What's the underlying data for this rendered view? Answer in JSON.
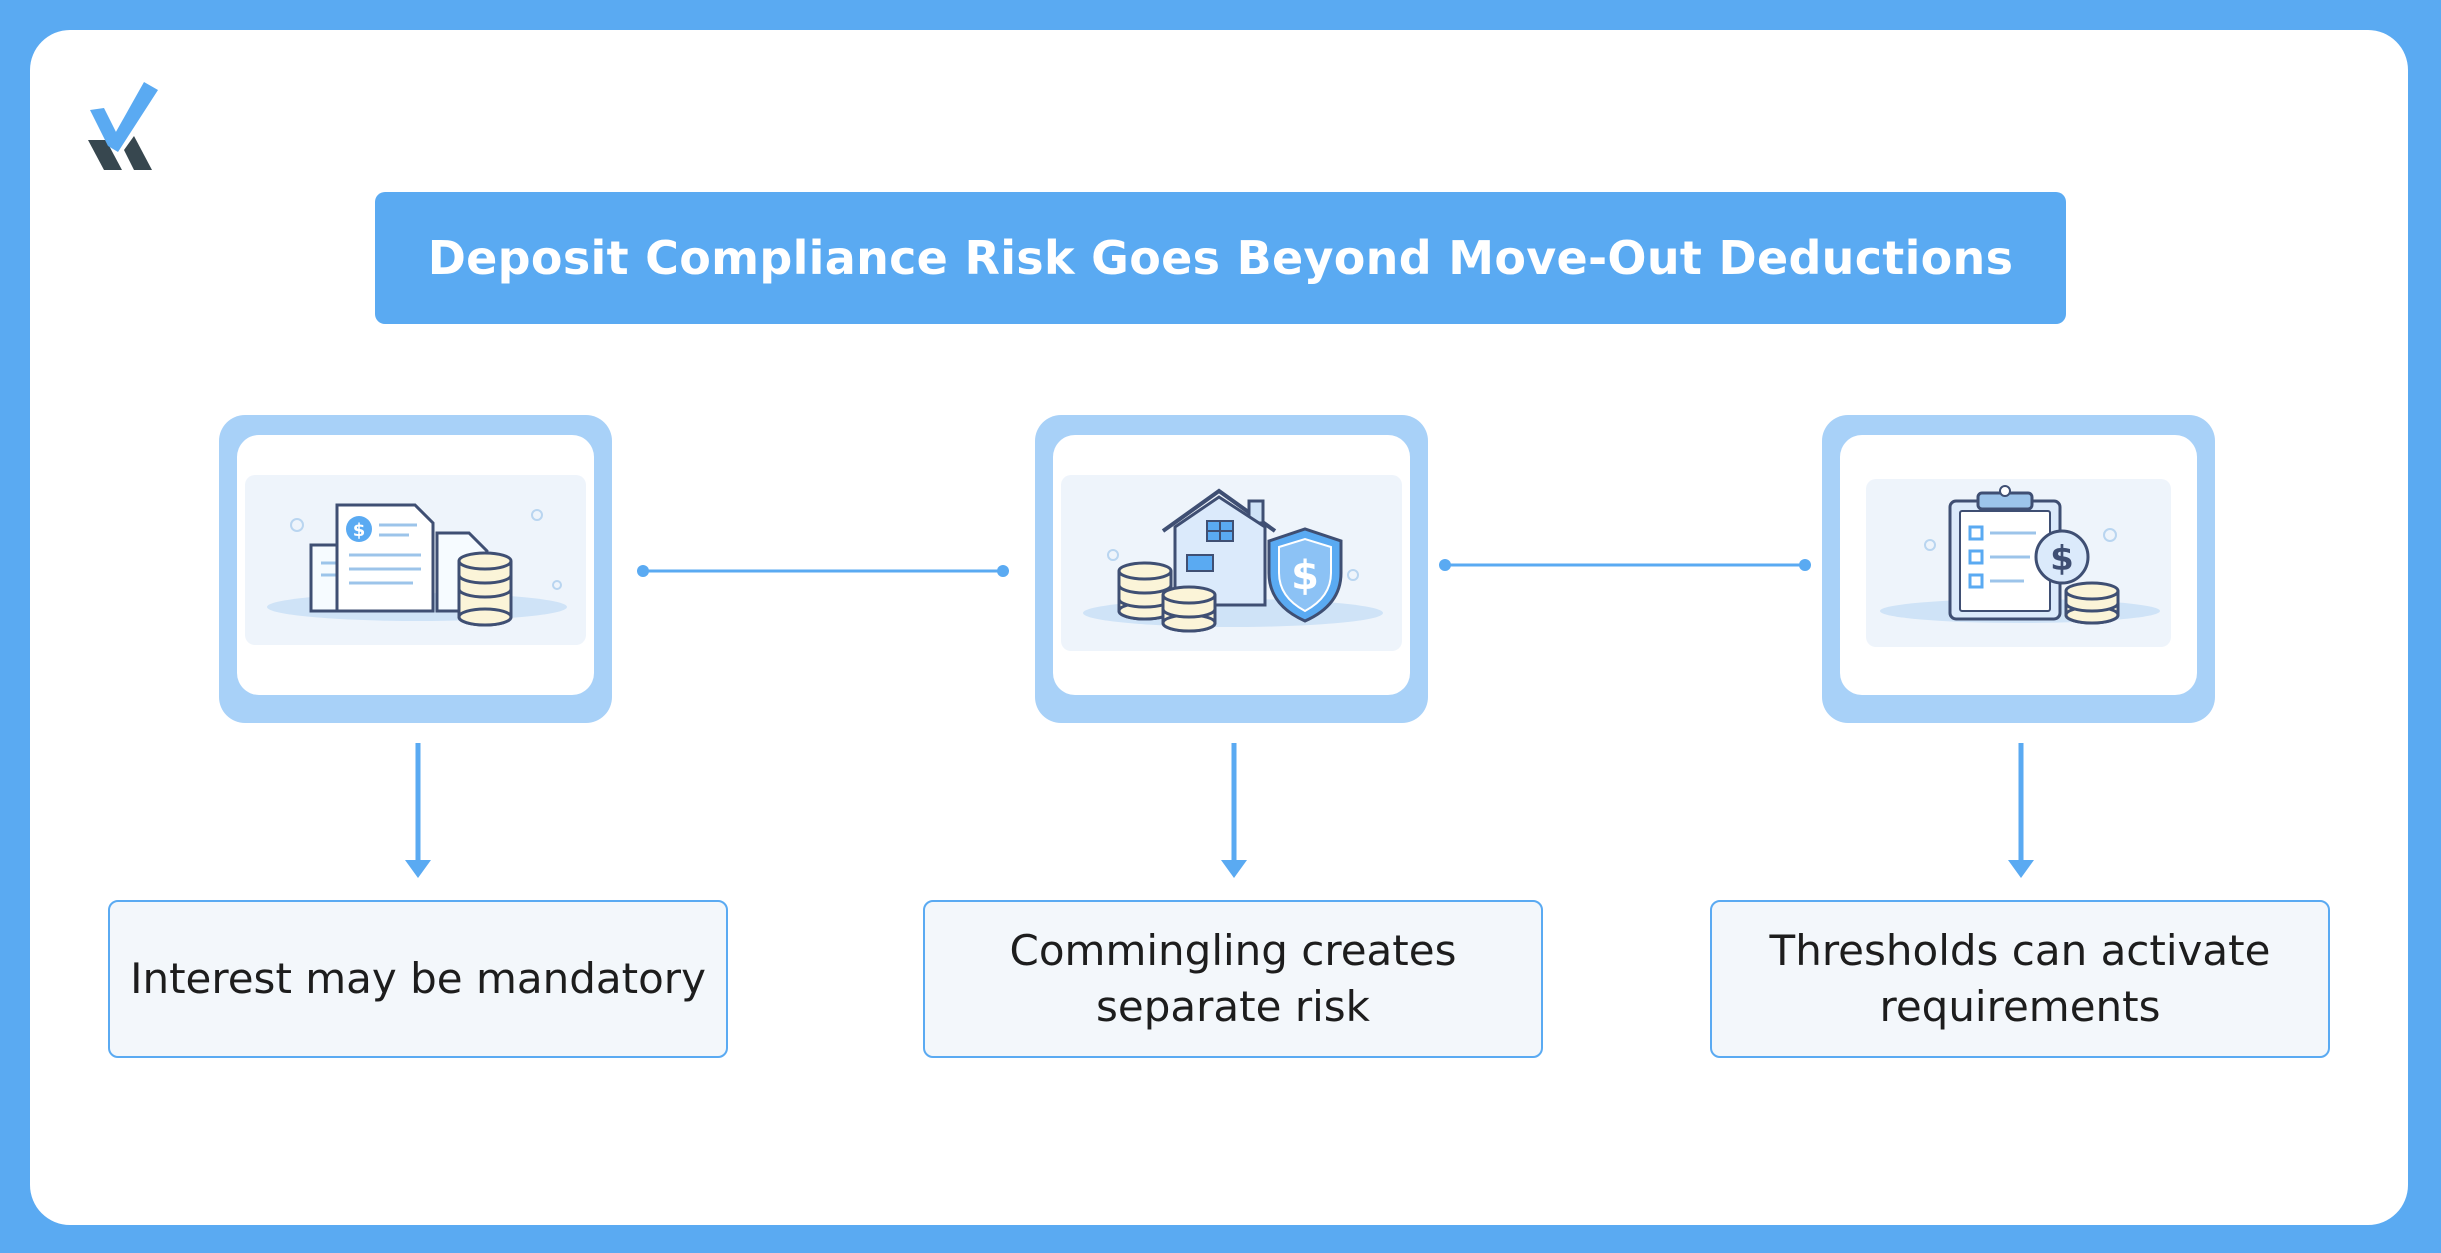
{
  "title": "Deposit Compliance Risk Goes Beyond Move-Out Deductions",
  "steps": [
    {
      "label": "Interest may be mandatory",
      "icon": "documents-coins-icon"
    },
    {
      "label": "Commingling creates separate risk",
      "icon": "house-shield-coins-icon"
    },
    {
      "label": "Thresholds can activate requirements",
      "icon": "clipboard-checklist-coins-icon"
    }
  ],
  "colors": {
    "background": "#5aaaf2",
    "accent": "#5aaaf2",
    "frame": "#a8d1f8",
    "label_fill": "#f3f7fb",
    "logo_check": "#5aaaf2",
    "logo_dark": "#37474f"
  }
}
